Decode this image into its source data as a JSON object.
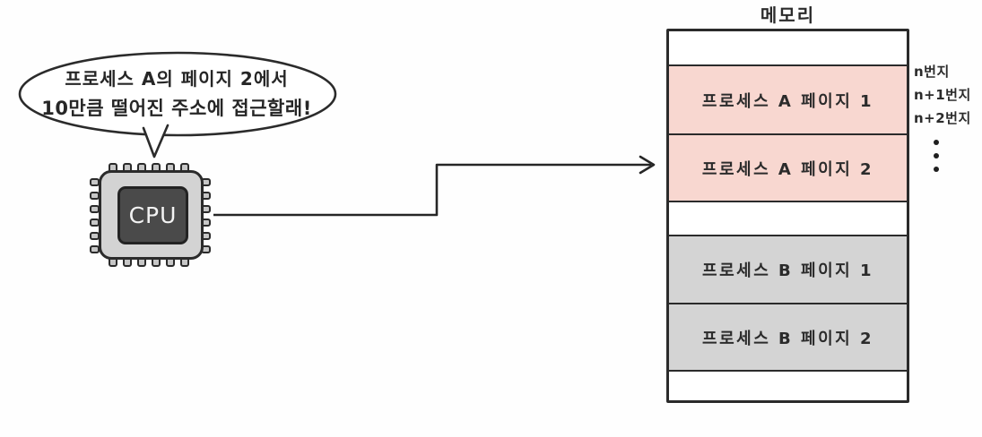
{
  "speech_bubble": {
    "line1": "프로세스 A의 페이지 2에서",
    "line2": "10만큼 떨어진 주소에 접근할래!"
  },
  "cpu": {
    "label": "CPU"
  },
  "memory": {
    "title": "메모리",
    "rows": [
      {
        "label": "",
        "type": "free"
      },
      {
        "label": "프로세스 A 페이지 1",
        "type": "process-a"
      },
      {
        "label": "프로세스 A 페이지 2",
        "type": "process-a"
      },
      {
        "label": "",
        "type": "free"
      },
      {
        "label": "프로세스 B 페이지 1",
        "type": "process-b"
      },
      {
        "label": "프로세스 B 페이지 2",
        "type": "process-b"
      },
      {
        "label": "",
        "type": "free"
      }
    ],
    "address_labels": [
      "n번지",
      "n+1번지",
      "n+2번지"
    ]
  },
  "colors": {
    "process_a": "#f8d7d0",
    "process_b": "#d4d4d4",
    "outline": "#2b2b2b",
    "cpu_body": "#d3d3d3",
    "cpu_die": "#4a4a4a"
  }
}
